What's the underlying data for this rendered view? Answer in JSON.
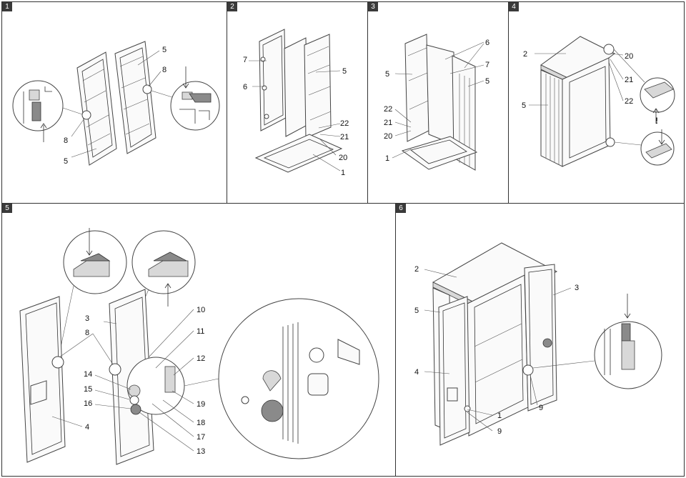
{
  "steps": [
    {
      "number": "1",
      "callouts": [
        "5",
        "8",
        "8",
        "5"
      ]
    },
    {
      "number": "2",
      "callouts": [
        "7",
        "6",
        "5",
        "22",
        "21",
        "20",
        "1"
      ]
    },
    {
      "number": "3",
      "callouts": [
        "6",
        "7",
        "5",
        "5",
        "22",
        "21",
        "20",
        "1"
      ]
    },
    {
      "number": "4",
      "callouts": [
        "2",
        "20",
        "21",
        "22",
        "5"
      ],
      "warning_symbol": "!"
    },
    {
      "number": "5",
      "callouts": [
        "3",
        "8",
        "14",
        "15",
        "16",
        "10",
        "11",
        "12",
        "19",
        "18",
        "17",
        "13",
        "4"
      ]
    },
    {
      "number": "6",
      "callouts": [
        "2",
        "5",
        "4",
        "3",
        "1",
        "9",
        "9"
      ]
    }
  ],
  "colors": {
    "frame": "#333333",
    "badge": "#3a3a3a",
    "part_fill": "#fafafa",
    "shade": "#d8d8d8",
    "dark_part": "#8a8a8a"
  }
}
